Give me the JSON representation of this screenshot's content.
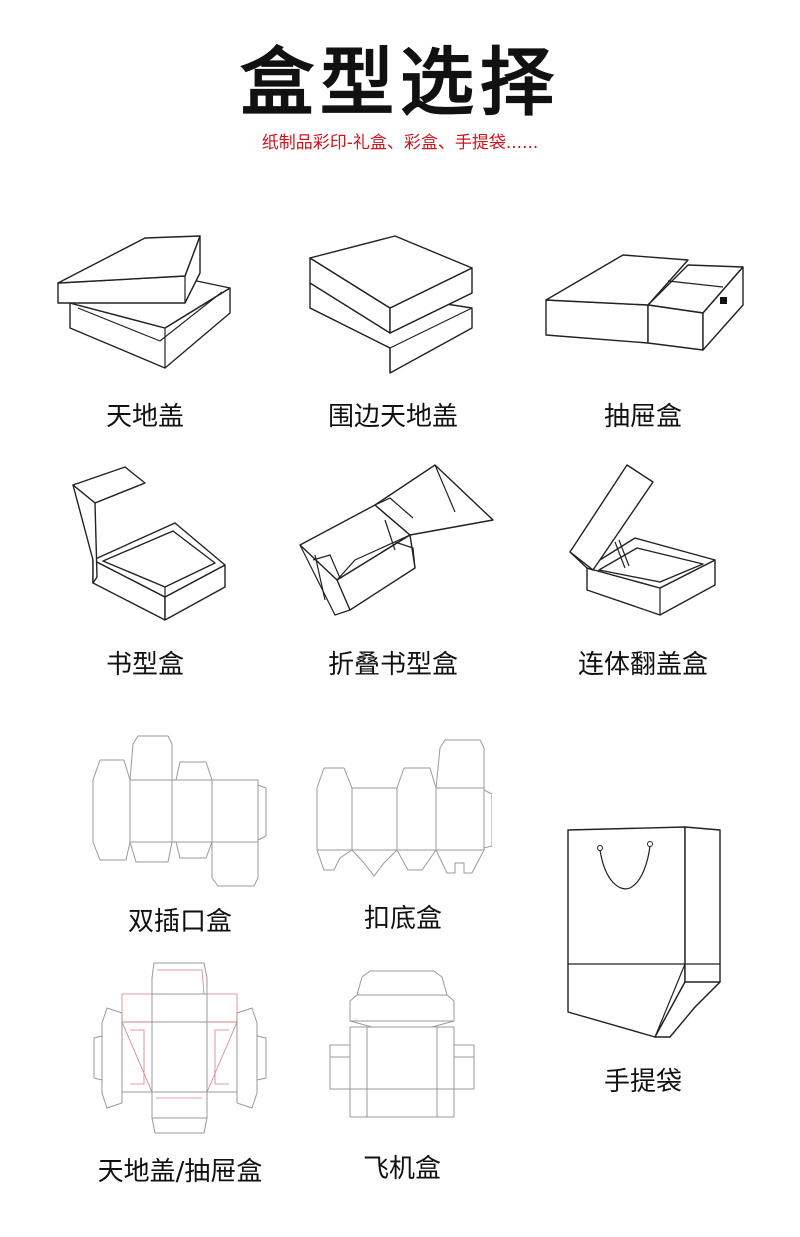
{
  "header": {
    "title": "盒型选择",
    "subtitle": "纸制品彩印-礼盒、彩盒、手提袋......"
  },
  "boxes": [
    {
      "label": "天地盖",
      "icon": "lid-base-box-icon"
    },
    {
      "label": "围边天地盖",
      "icon": "wrapped-lid-base-box-icon"
    },
    {
      "label": "抽屉盒",
      "icon": "drawer-box-icon"
    },
    {
      "label": "书型盒",
      "icon": "book-box-icon"
    },
    {
      "label": "折叠书型盒",
      "icon": "folding-book-box-icon"
    },
    {
      "label": "连体翻盖盒",
      "icon": "flip-lid-box-icon"
    },
    {
      "label": "双插口盒",
      "icon": "double-tuck-box-dieline-icon"
    },
    {
      "label": "扣底盒",
      "icon": "lock-bottom-box-dieline-icon"
    },
    {
      "label": "手提袋",
      "icon": "paper-bag-icon"
    },
    {
      "label": "天地盖/抽屉盒",
      "icon": "lid-drawer-dieline-icon"
    },
    {
      "label": "飞机盒",
      "icon": "mailer-box-dieline-icon"
    }
  ]
}
